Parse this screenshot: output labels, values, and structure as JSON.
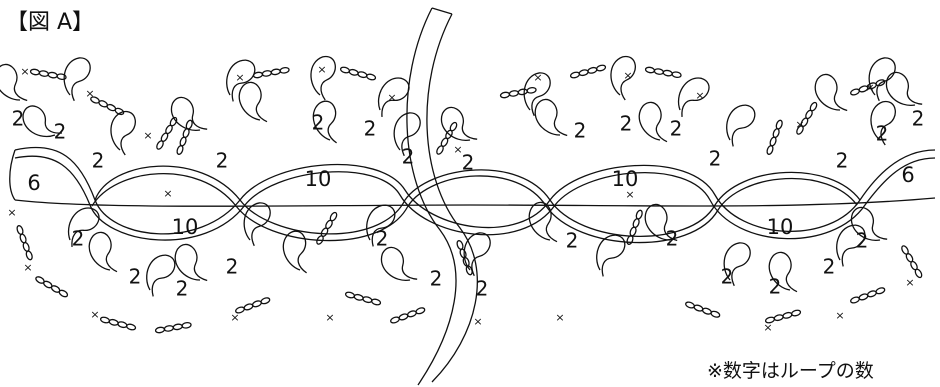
{
  "figure": {
    "title": "【図 A】",
    "note": "※数字はループの数",
    "loop_counts": {
      "big_rings": [
        "10",
        "10",
        "10",
        "10"
      ],
      "end_loops": [
        "6",
        "6"
      ],
      "small_loop": "2"
    }
  }
}
